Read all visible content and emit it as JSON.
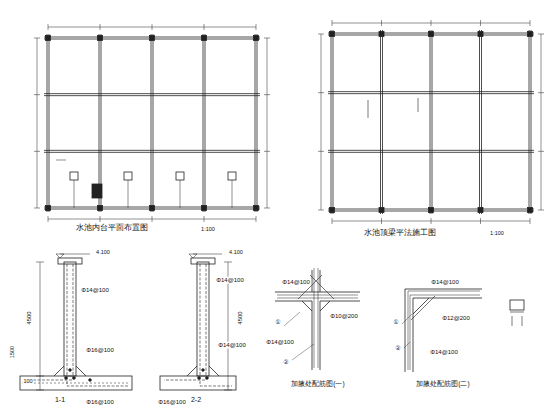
{
  "diagram": {
    "labels": [
      "水池内台平面布置图",
      "1:100",
      "水池顶梁平法施工图",
      "1:100",
      "1-1",
      "2-2",
      "加腋处配筋图(一)",
      "加腋处配筋图(二)",
      "4500",
      "4500",
      "Φ14@100",
      "Φ16@100",
      "Φ16@100",
      "Φ14@100",
      "Φ14@100",
      "Φ16@100",
      "Φ14@100",
      "Φ10@200",
      "Φ14@100",
      "Φ14@100",
      "Φ12@200",
      "Φ14@100",
      "100",
      "1500",
      "4.100",
      "4.100",
      "①",
      "②",
      "①",
      "②"
    ]
  }
}
